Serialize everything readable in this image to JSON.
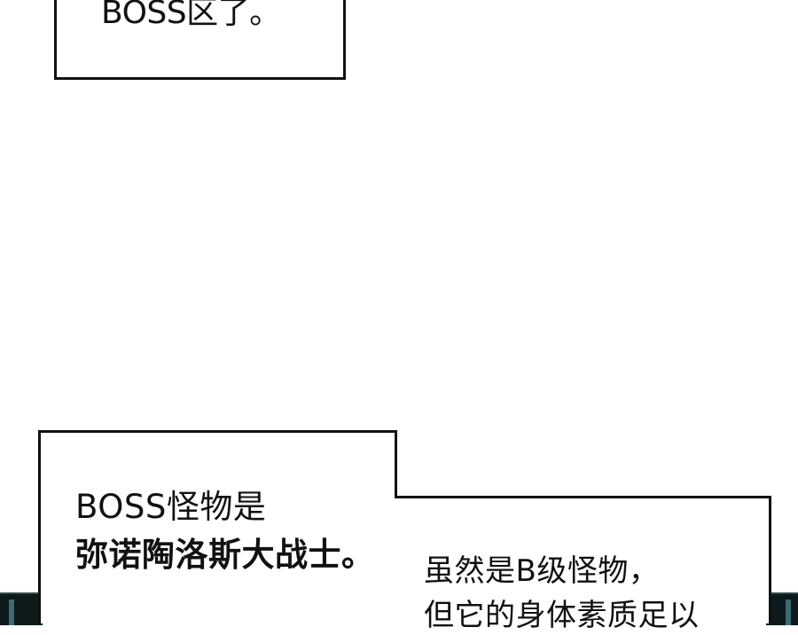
{
  "captions": {
    "top": "BOSS区了。",
    "left_line1": "BOSS怪物是",
    "left_line2": "弥诺陶洛斯大战士。",
    "right_line1": "虽然是B级怪物，",
    "right_line2": "但它的身体素质足以"
  },
  "colors": {
    "ink": "#111111",
    "paper": "#ffffff",
    "scene_dark": "#0d1a1c",
    "scene_highlight": "#3e6a70"
  }
}
